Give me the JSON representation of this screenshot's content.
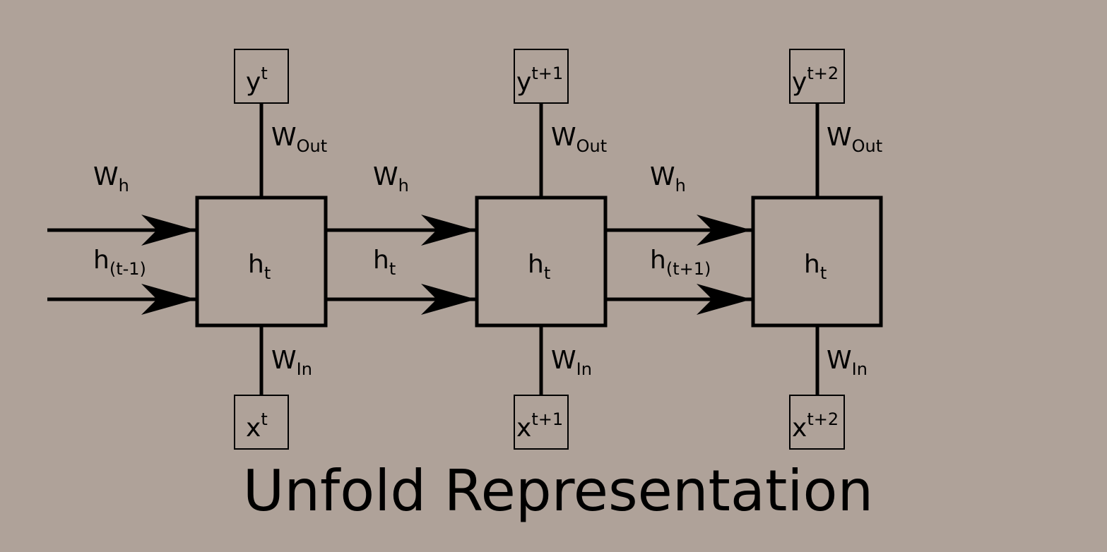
{
  "title": "Unfold Representation",
  "colors": {
    "background": "#afa299",
    "stroke": "#000000"
  },
  "cells": [
    {
      "state": {
        "base": "h",
        "sub": "t"
      },
      "output": {
        "base": "y",
        "sup": "t"
      },
      "input": {
        "base": "x",
        "sup": "t"
      },
      "w_out": {
        "base": "W",
        "sub": "Out"
      },
      "w_in": {
        "base": "W",
        "sub": "In"
      }
    },
    {
      "state": {
        "base": "h",
        "sub": "t"
      },
      "output": {
        "base": "y",
        "sup": "t+1"
      },
      "input": {
        "base": "x",
        "sup": "t+1"
      },
      "w_out": {
        "base": "W",
        "sub": "Out"
      },
      "w_in": {
        "base": "W",
        "sub": "In"
      }
    },
    {
      "state": {
        "base": "h",
        "sub": "t"
      },
      "output": {
        "base": "y",
        "sup": "t+2"
      },
      "input": {
        "base": "x",
        "sup": "t+2"
      },
      "w_out": {
        "base": "W",
        "sub": "Out"
      },
      "w_in": {
        "base": "W",
        "sub": "In"
      }
    }
  ],
  "transitions": [
    {
      "weight": {
        "base": "W",
        "sub": "h"
      },
      "hidden": {
        "base": "h",
        "sub": "(t-1)"
      }
    },
    {
      "weight": {
        "base": "W",
        "sub": "h"
      },
      "hidden": {
        "base": "h",
        "sub": "t"
      }
    },
    {
      "weight": {
        "base": "W",
        "sub": "h"
      },
      "hidden": {
        "base": "h",
        "sub": "(t+1)"
      }
    }
  ]
}
